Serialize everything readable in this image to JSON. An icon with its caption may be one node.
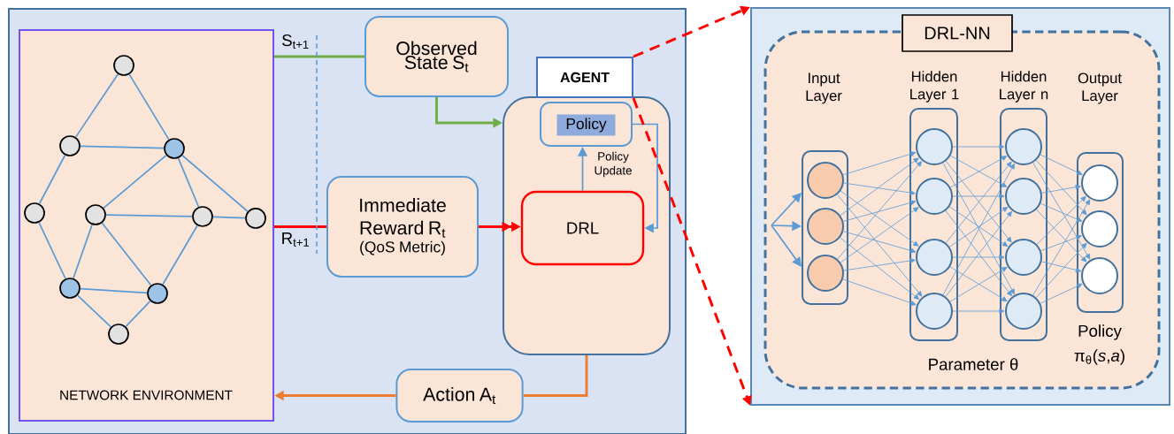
{
  "diagram": {
    "nodes": [
      {
        "text": [
          "NETWORK ENVIRONMENT"
        ]
      },
      {
        "text": [],
        "shape": "circle",
        "in": 0
      },
      {
        "text": [],
        "shape": "circle",
        "in": 0
      },
      {
        "text": [],
        "shape": "circle",
        "in": 0
      },
      {
        "text": [],
        "shape": "circle",
        "in": 0
      },
      {
        "text": [],
        "shape": "circle",
        "in": 0
      },
      {
        "text": [],
        "shape": "circle",
        "in": 0
      },
      {
        "text": [],
        "shape": "circle",
        "in": 0
      },
      {
        "text": [],
        "shape": "circle",
        "in": 0
      },
      {
        "text": [],
        "shape": "circle",
        "in": 0
      },
      {
        "text": [],
        "shape": "circle",
        "in": 0
      },
      {
        "text": [
          "Observed State S$_{t}$"
        ]
      },
      {
        "text": [
          "Immediate Reward R$_{t}$",
          "(QoS Metric)"
        ]
      },
      {
        "text": [
          "AGENT"
        ]
      },
      {
        "text": [
          "Policy"
        ],
        "in": 13
      },
      {
        "text": [
          "DRL"
        ],
        "in": 13
      },
      {
        "text": [
          "Action A$_{t}$"
        ]
      },
      {
        "text": [],
        "shape": "box"
      },
      {
        "text": [
          "DRL-NN"
        ],
        "in": 17
      },
      {
        "text": [
          "Input Layer"
        ],
        "in": 18
      },
      {
        "text": [],
        "shape": "circle",
        "in": 19
      },
      {
        "text": [],
        "shape": "circle",
        "in": 19
      },
      {
        "text": [],
        "shape": "circle",
        "in": 19
      },
      {
        "text": [
          "Hidden Layer 1"
        ],
        "in": 18
      },
      {
        "text": [],
        "shape": "circle",
        "in": 23
      },
      {
        "text": [],
        "shape": "circle",
        "in": 23
      },
      {
        "text": [],
        "shape": "circle",
        "in": 23
      },
      {
        "text": [],
        "shape": "circle",
        "in": 23
      },
      {
        "text": [
          "Hidden Layer n"
        ],
        "in": 18
      },
      {
        "text": [],
        "shape": "circle",
        "in": 28
      },
      {
        "text": [],
        "shape": "circle",
        "in": 28
      },
      {
        "text": [],
        "shape": "circle",
        "in": 28
      },
      {
        "text": [],
        "shape": "circle",
        "in": 28
      },
      {
        "text": [],
        "shape": "box",
        "in": 18,
        "beside": [
          "Output Layer",
          "Policy",
          "π$_{θ}$(*s*,*a*)"
        ]
      },
      {
        "text": [],
        "shape": "circle",
        "in": 33
      },
      {
        "text": [],
        "shape": "circle",
        "in": 33
      },
      {
        "text": [],
        "shape": "circle",
        "in": 33
      }
    ],
    "edges": [
      {
        "from": 1,
        "to": 2,
        "arrow": "none"
      },
      {
        "from": 1,
        "to": 3,
        "arrow": "none"
      },
      {
        "from": 2,
        "to": 3,
        "arrow": "none"
      },
      {
        "from": 2,
        "to": 4,
        "arrow": "none"
      },
      {
        "from": 3,
        "to": 5,
        "arrow": "none"
      },
      {
        "from": 3,
        "to": 6,
        "arrow": "none"
      },
      {
        "from": 3,
        "to": 7,
        "arrow": "none"
      },
      {
        "from": 5,
        "to": 6,
        "arrow": "none"
      },
      {
        "from": 6,
        "to": 7,
        "arrow": "none"
      },
      {
        "from": 4,
        "to": 8,
        "arrow": "none"
      },
      {
        "from": 5,
        "to": 8,
        "arrow": "none"
      },
      {
        "from": 5,
        "to": 9,
        "arrow": "none"
      },
      {
        "from": 6,
        "to": 9,
        "arrow": "none"
      },
      {
        "from": 8,
        "to": 9,
        "arrow": "none"
      },
      {
        "from": 8,
        "to": 10,
        "arrow": "none"
      },
      {
        "from": 9,
        "to": 10,
        "arrow": "none"
      },
      {
        "from": 0,
        "to": 11,
        "arrow": "none",
        "label": "S$_{t+1}$",
        "style": "thick",
        "color": "#70ad47"
      },
      {
        "from": 11,
        "to": 13,
        "arrow": "to",
        "style": "thick",
        "color": "#70ad47"
      },
      {
        "from": 0,
        "to": 12,
        "arrow": "none",
        "label": "R$_{t+1}$",
        "style": "thick",
        "color": "#ff0000"
      },
      {
        "from": 12,
        "to": 15,
        "arrow": "to",
        "style": "thick",
        "color": "#ff0000"
      },
      {
        "from": 13,
        "to": 16,
        "arrow": "none",
        "style": "thick",
        "color": "#ed7d31"
      },
      {
        "from": 16,
        "to": 0,
        "arrow": "to",
        "style": "thick",
        "color": "#ed7d31"
      },
      {
        "from": 15,
        "to": 14,
        "arrow": "to",
        "label": "Policy Update"
      },
      {
        "from": 14,
        "to": 15,
        "arrow": "to"
      },
      {
        "from": 13,
        "to": 17,
        "arrow": "to",
        "style": "dashed",
        "color": "#ff0000"
      },
      {
        "from": 13,
        "to": 17,
        "arrow": "to",
        "style": "dashed",
        "color": "#ff0000"
      },
      {
        "from": null,
        "to": 19,
        "arrow": "to"
      },
      {
        "from": null,
        "to": 19,
        "arrow": "to"
      },
      {
        "from": null,
        "to": 19,
        "arrow": "to"
      },
      {
        "from": 20,
        "to": 24,
        "arrow": "to"
      },
      {
        "from": 20,
        "to": 25,
        "arrow": "to"
      },
      {
        "from": 20,
        "to": 26,
        "arrow": "to"
      },
      {
        "from": 20,
        "to": 27,
        "arrow": "to"
      },
      {
        "from": 21,
        "to": 24,
        "arrow": "to"
      },
      {
        "from": 21,
        "to": 25,
        "arrow": "to"
      },
      {
        "from": 21,
        "to": 26,
        "arrow": "to"
      },
      {
        "from": 21,
        "to": 27,
        "arrow": "to"
      },
      {
        "from": 22,
        "to": 24,
        "arrow": "to"
      },
      {
        "from": 22,
        "to": 25,
        "arrow": "to"
      },
      {
        "from": 22,
        "to": 26,
        "arrow": "to"
      },
      {
        "from": 22,
        "to": 27,
        "arrow": "to"
      },
      {
        "from": 24,
        "to": 29,
        "arrow": "to"
      },
      {
        "from": 24,
        "to": 30,
        "arrow": "to"
      },
      {
        "from": 24,
        "to": 31,
        "arrow": "to"
      },
      {
        "from": 24,
        "to": 32,
        "arrow": "to"
      },
      {
        "from": 25,
        "to": 29,
        "arrow": "to"
      },
      {
        "from": 25,
        "to": 30,
        "arrow": "to"
      },
      {
        "from": 25,
        "to": 31,
        "arrow": "to"
      },
      {
        "from": 25,
        "to": 32,
        "arrow": "to"
      },
      {
        "from": 26,
        "to": 29,
        "arrow": "to"
      },
      {
        "from": 26,
        "to": 30,
        "arrow": "to"
      },
      {
        "from": 26,
        "to": 31,
        "arrow": "to"
      },
      {
        "from": 26,
        "to": 32,
        "arrow": "to"
      },
      {
        "from": 27,
        "to": 29,
        "arrow": "to"
      },
      {
        "from": 27,
        "to": 30,
        "arrow": "to"
      },
      {
        "from": 27,
        "to": 31,
        "arrow": "to"
      },
      {
        "from": 27,
        "to": 32,
        "arrow": "to"
      },
      {
        "from": 29,
        "to": 34,
        "arrow": "to"
      },
      {
        "from": 29,
        "to": 35,
        "arrow": "to"
      },
      {
        "from": 29,
        "to": 36,
        "arrow": "to"
      },
      {
        "from": 30,
        "to": 34,
        "arrow": "to"
      },
      {
        "from": 30,
        "to": 35,
        "arrow": "to"
      },
      {
        "from": 30,
        "to": 36,
        "arrow": "to"
      },
      {
        "from": 31,
        "to": 34,
        "arrow": "to"
      },
      {
        "from": 31,
        "to": 35,
        "arrow": "to"
      },
      {
        "from": 31,
        "to": 36,
        "arrow": "to"
      },
      {
        "from": 32,
        "to": 34,
        "arrow": "to"
      },
      {
        "from": 32,
        "to": 35,
        "arrow": "to"
      },
      {
        "from": 32,
        "to": 36,
        "arrow": "to"
      }
    ],
    "labels": [
      "Parameter θ"
    ]
  }
}
